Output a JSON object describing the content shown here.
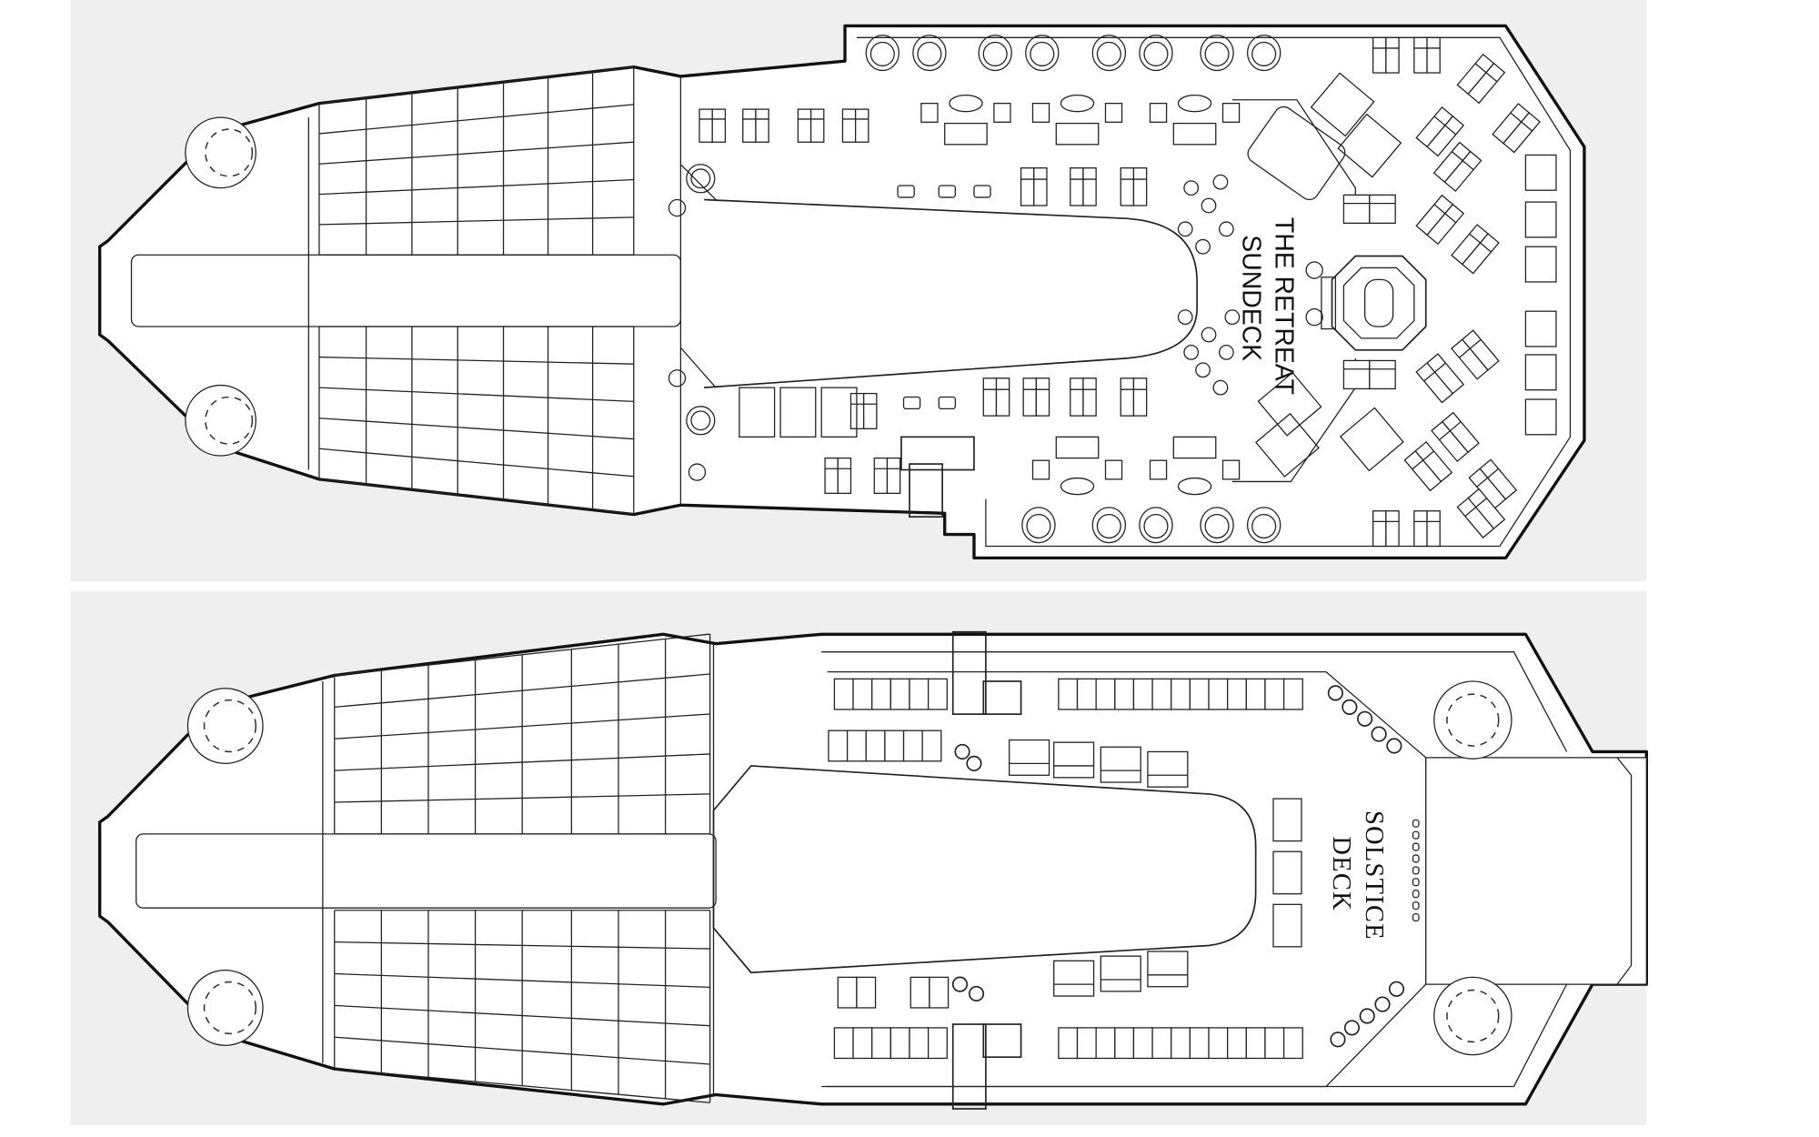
{
  "decks": [
    {
      "name_line1": "THE RETREAT",
      "name_line2": "SUNDECK"
    },
    {
      "name_line1": "SOLSTICE",
      "name_line2": "DECK"
    }
  ],
  "colors": {
    "background": "#ffffff",
    "panel": "#efefef",
    "line": "#111111"
  }
}
